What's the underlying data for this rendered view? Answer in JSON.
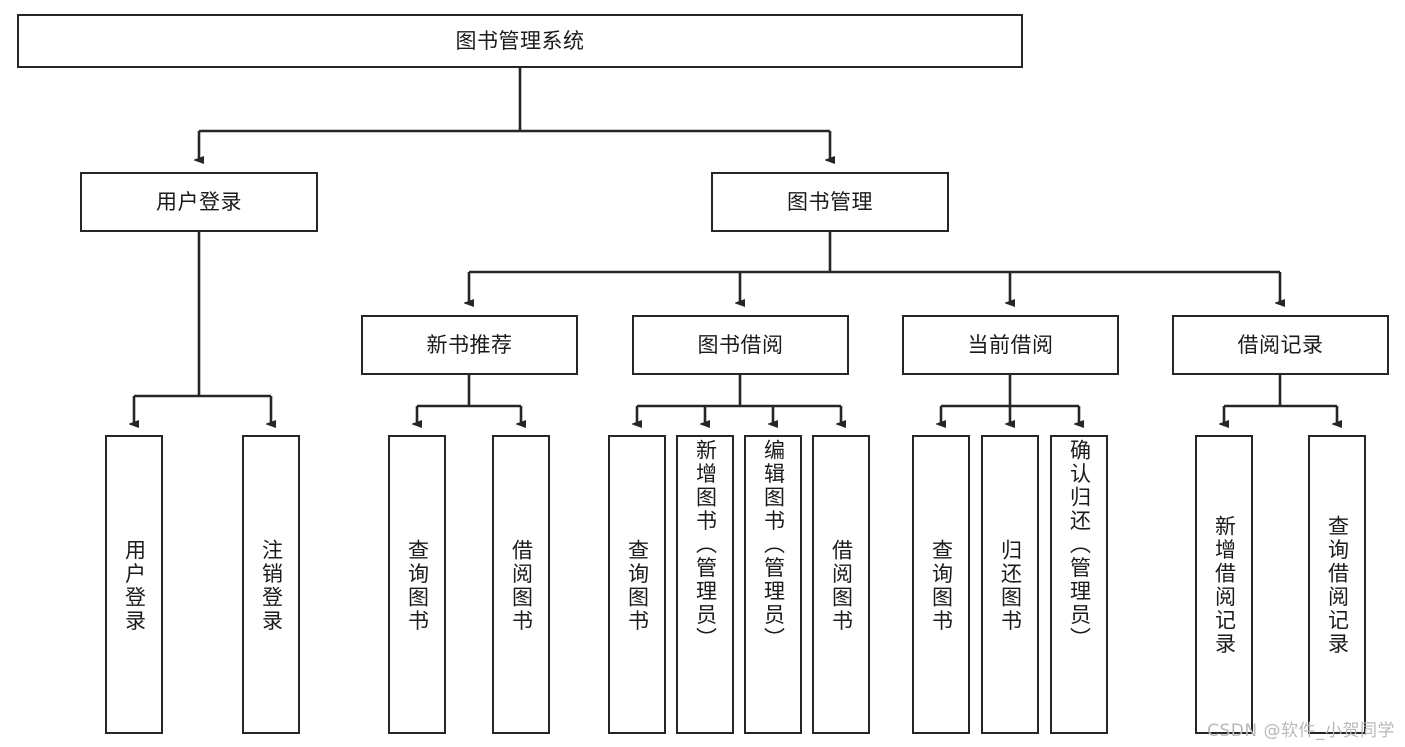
{
  "diagram": {
    "title": "图书管理系统",
    "type": "hierarchy-tree",
    "colors": {
      "box_border": "#262626",
      "box_fill": "#ffffff",
      "edge": "#262626",
      "text": "#1b1b1b",
      "watermark": "#b9b9b9"
    },
    "root": {
      "id": "root",
      "label": "图书管理系统"
    },
    "level2": [
      {
        "id": "user-login",
        "label": "用户登录"
      },
      {
        "id": "book-manage",
        "label": "图书管理"
      }
    ],
    "level3": [
      {
        "id": "new-book-recommend",
        "label": "新书推荐"
      },
      {
        "id": "book-borrow",
        "label": "图书借阅"
      },
      {
        "id": "current-borrow",
        "label": "当前借阅"
      },
      {
        "id": "borrow-record",
        "label": "借阅记录"
      }
    ],
    "leaves": {
      "user_login": [
        {
          "id": "leaf-user-login",
          "label": "用户登录"
        },
        {
          "id": "leaf-logout-login",
          "label": "注销登录"
        }
      ],
      "new_book_recommend": [
        {
          "id": "leaf-query-book-1",
          "label": "查询图书"
        },
        {
          "id": "leaf-borrow-book-1",
          "label": "借阅图书"
        }
      ],
      "book_borrow": [
        {
          "id": "leaf-query-book-2",
          "label": "查询图书"
        },
        {
          "id": "leaf-add-book",
          "label": "新增图书（管理员）"
        },
        {
          "id": "leaf-edit-book",
          "label": "编辑图书（管理员）"
        },
        {
          "id": "leaf-borrow-book-2",
          "label": "借阅图书"
        }
      ],
      "current_borrow": [
        {
          "id": "leaf-query-book-3",
          "label": "查询图书"
        },
        {
          "id": "leaf-return-book",
          "label": "归还图书"
        },
        {
          "id": "leaf-confirm-return",
          "label": "确认归还（管理员）"
        }
      ],
      "borrow_record": [
        {
          "id": "leaf-add-borrow-record",
          "label": "新增借阅记录"
        },
        {
          "id": "leaf-query-borrow-record",
          "label": "查询借阅记录"
        }
      ]
    }
  },
  "watermark": {
    "text": "CSDN @软件_小贺同学"
  }
}
